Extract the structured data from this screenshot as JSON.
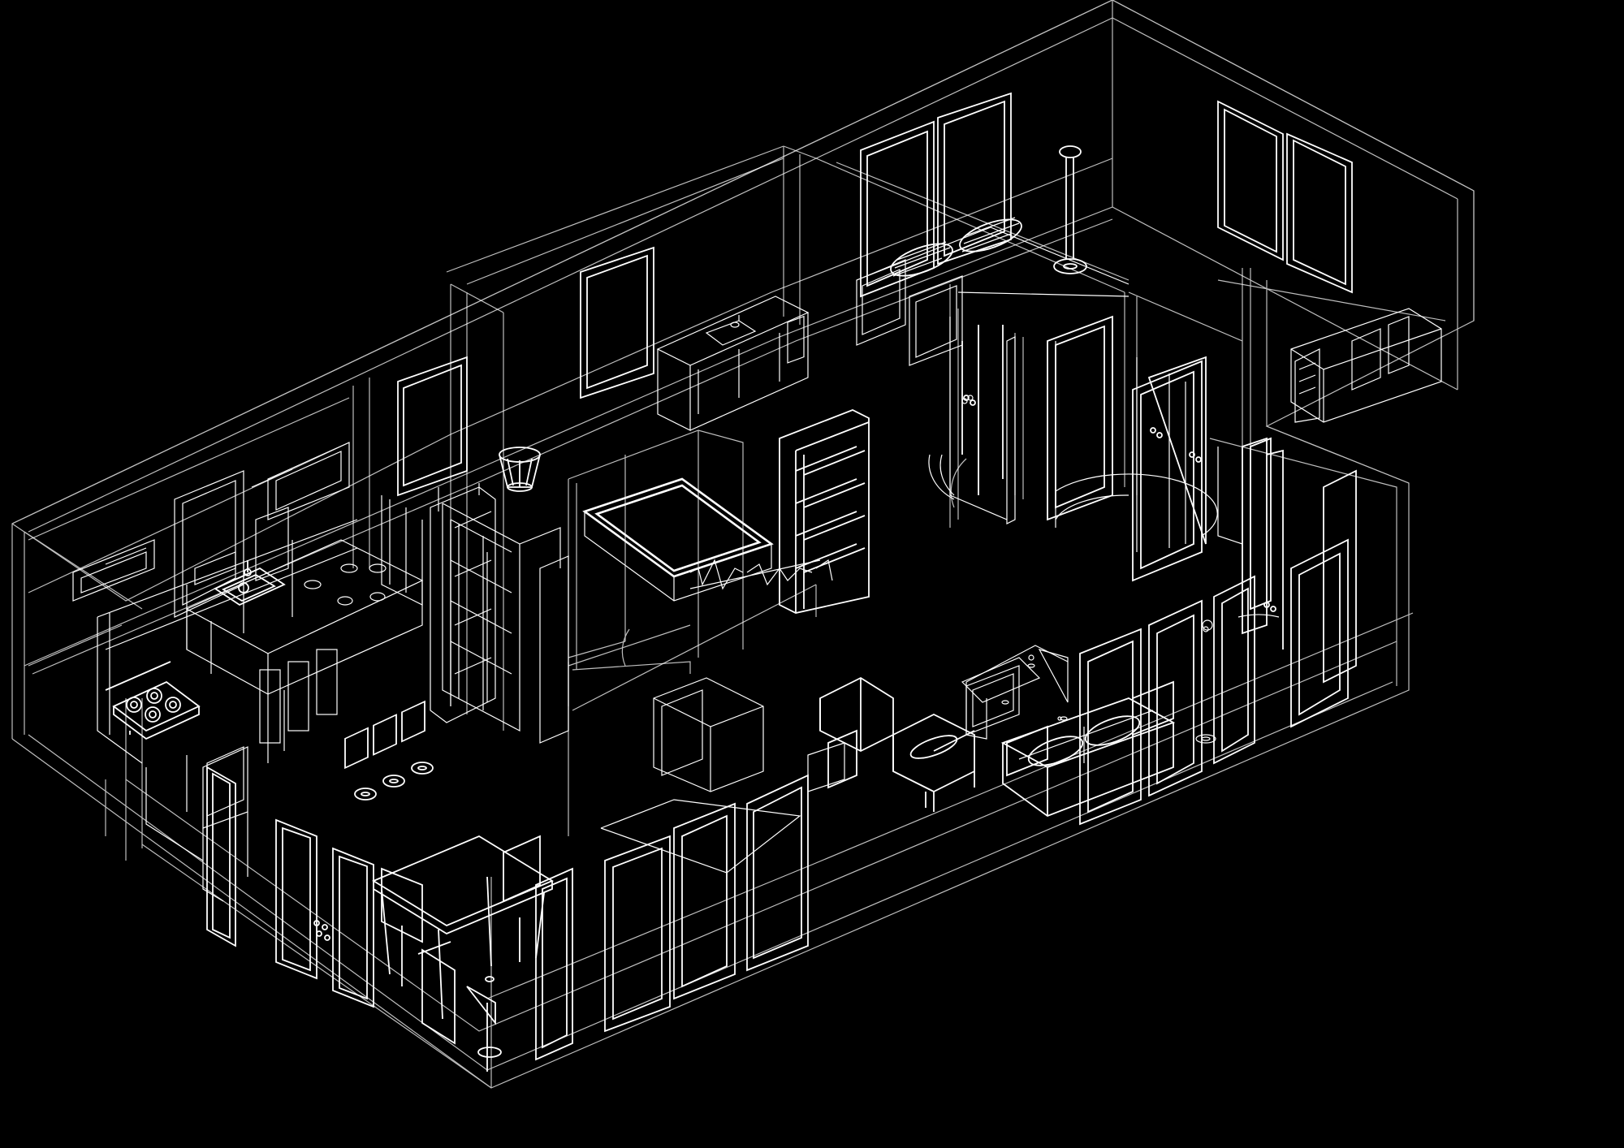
{
  "canvas": {
    "background": "#000000",
    "line_color": "#ffffff"
  },
  "model": {
    "view": "isometric-wireframe",
    "subject": "apartment-floor-plan"
  },
  "elements": [
    "exterior-walls",
    "interior-partitions",
    "kitchen-cabinets",
    "stove",
    "sink",
    "bathtub",
    "bookshelf",
    "wardrobe",
    "sofa",
    "armchair",
    "coffee-table",
    "dining-table",
    "bar-stools",
    "floor-lamp",
    "doors",
    "windows"
  ]
}
